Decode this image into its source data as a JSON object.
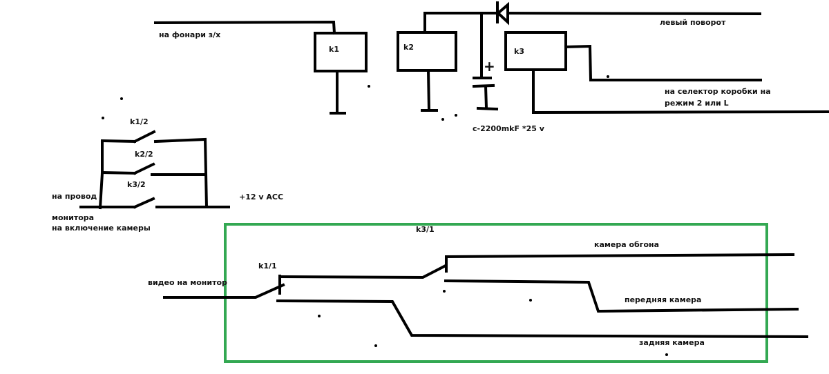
{
  "title": "Схема переключения камер",
  "colors": {
    "wire": "#000000",
    "frame": "#33a852",
    "background": "#ffffff"
  },
  "relays": [
    {
      "id": "k1",
      "label": "k1"
    },
    {
      "id": "k2",
      "label": "k2"
    },
    {
      "id": "k3",
      "label": "k3"
    }
  ],
  "labels": {
    "tail_lights": "на фонари з/х",
    "left_turn": "левый поворот",
    "selector_line1": "на селектор коробки на",
    "selector_line2": "режим 2 или L",
    "capacitor": "c-2200mkF *25 v",
    "k1_2": "k1/2",
    "k2_2": "k2/2",
    "k3_2": "k3/2",
    "to_wire": "на провод",
    "monitor": "монитора",
    "camera_enable": "на включение камеры",
    "acc": "+12 v ACC",
    "k3_1": "k3/1",
    "k1_1": "k1/1",
    "video_to_monitor": "видео на монитор",
    "overtake_camera": "камера обгона",
    "front_camera": "передняя камера",
    "rear_camera": "задняя камера"
  },
  "capacitor_polarity": "+"
}
